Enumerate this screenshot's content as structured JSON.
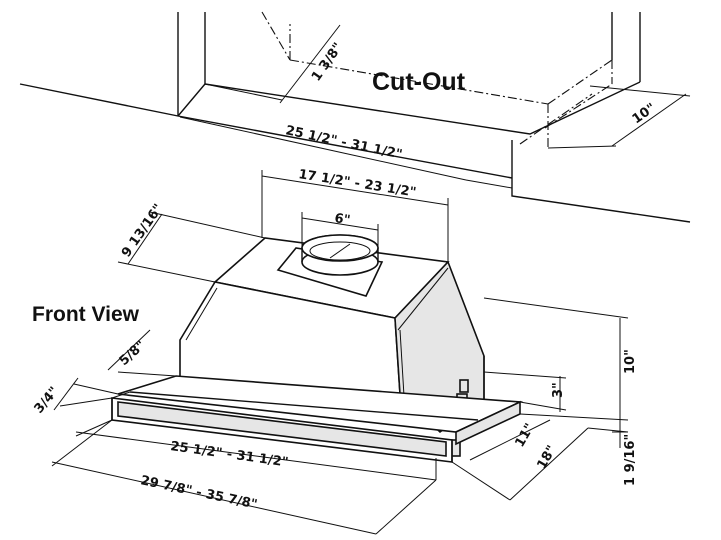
{
  "labels": {
    "cutout": "Cut-Out",
    "front_view": "Front  View"
  },
  "dimensions": {
    "cutout_gap": "1 3/8\"",
    "cutout_width": "25 1/2\" - 31 1/2\"",
    "cutout_depth": "10\"",
    "body_width": "17 1/2\" - 23 1/2\"",
    "duct": "6\"",
    "body_depth": "9 13/16\"",
    "lip": "5/8\"",
    "front_thickness": "3/4\"",
    "bottom_width": "25 1/2\" - 31 1/2\"",
    "overall_width": "29  7/8\"  -  35  7/8\"",
    "height": "10\"",
    "front_height": "3\"",
    "shelf_depth": "11\"",
    "overall_depth": "18\"",
    "bottom_height": "1 9/16\""
  }
}
